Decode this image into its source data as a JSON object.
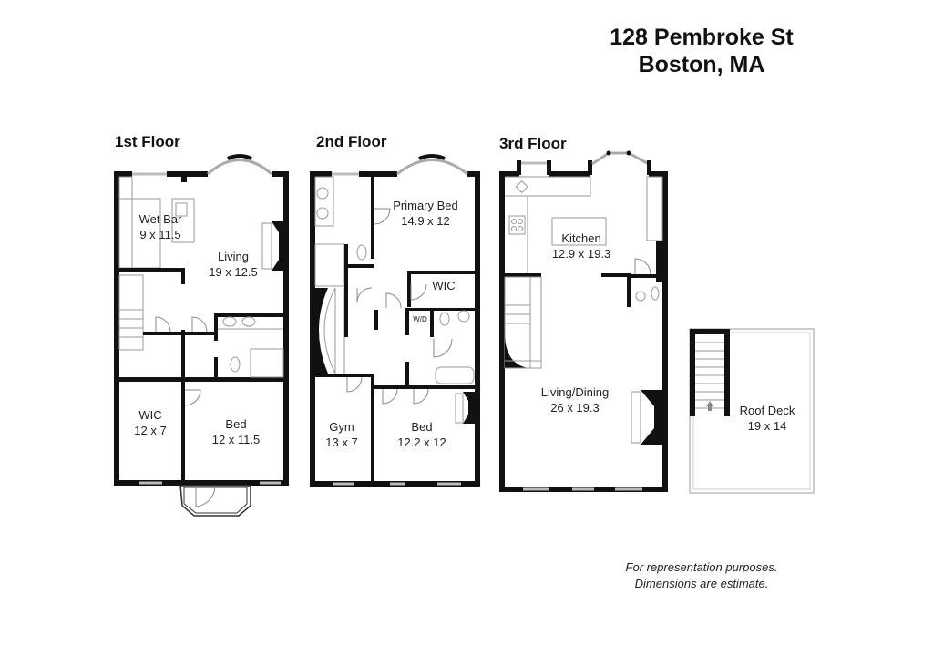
{
  "header": {
    "address_line1": "128 Pembroke St",
    "address_line2": "Boston, MA"
  },
  "floors": [
    {
      "label": "1st Floor",
      "rooms": [
        {
          "name": "Wet Bar",
          "dimensions": "9 x 11.5"
        },
        {
          "name": "Living",
          "dimensions": "19 x 12.5"
        },
        {
          "name": "WIC",
          "dimensions": "12 x 7"
        },
        {
          "name": "Bed",
          "dimensions": "12 x 11.5"
        }
      ]
    },
    {
      "label": "2nd Floor",
      "rooms": [
        {
          "name": "Primary Bed",
          "dimensions": "14.9 x 12"
        },
        {
          "name": "WIC",
          "dimensions": ""
        },
        {
          "name": "W/D",
          "dimensions": ""
        },
        {
          "name": "Gym",
          "dimensions": "13 x 7"
        },
        {
          "name": "Bed",
          "dimensions": "12.2 x 12"
        }
      ]
    },
    {
      "label": "3rd Floor",
      "rooms": [
        {
          "name": "Kitchen",
          "dimensions": "12.9 x 19.3"
        },
        {
          "name": "Living/Dining",
          "dimensions": "26 x 19.3"
        }
      ]
    },
    {
      "label": "",
      "rooms": [
        {
          "name": "Roof Deck",
          "dimensions": "19 x 14"
        }
      ]
    }
  ],
  "footer": {
    "note_line1": "For representation purposes.",
    "note_line2": "Dimensions are estimate."
  },
  "colors": {
    "wall": "#111111",
    "window": "#bbbbbb",
    "fixture": "#999999"
  }
}
